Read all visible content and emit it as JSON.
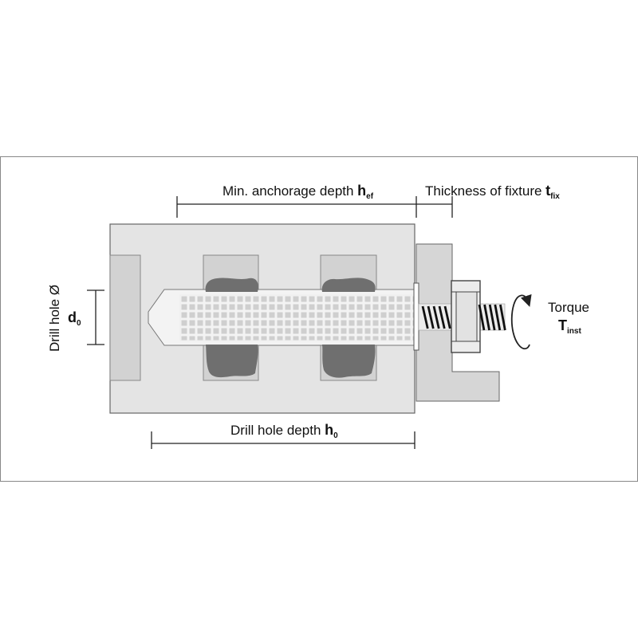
{
  "labels": {
    "anchorage_depth": {
      "text": "Min. anchorage depth ",
      "symbol": "h",
      "subscript": "ef"
    },
    "fixture_thickness": {
      "text": "Thickness of fixture ",
      "symbol": "t",
      "subscript": "fix"
    },
    "drill_hole_depth": {
      "text": "Drill hole depth ",
      "symbol": "h",
      "subscript": "0"
    },
    "drill_hole_diameter": {
      "text": "Drill hole Ø",
      "symbol": "d",
      "subscript": "0"
    },
    "torque": {
      "text": "Torque",
      "symbol": "T",
      "subscript": "inst"
    }
  },
  "colors": {
    "frame_border": "#888888",
    "base_fill": "#e4e4e4",
    "base_border": "#666666",
    "recess_fill": "#d2d2d2",
    "fixture_fill": "#d6d6d6",
    "mortar_fill": "#6f6f6f",
    "sleeve_fill": "#ffffff",
    "sleeve_pattern": "#cfcfcf",
    "dimension_line": "#222222"
  },
  "icons": {
    "torque_arrow": "rotation-arrow-icon",
    "spring": "coil-spring-icon"
  }
}
